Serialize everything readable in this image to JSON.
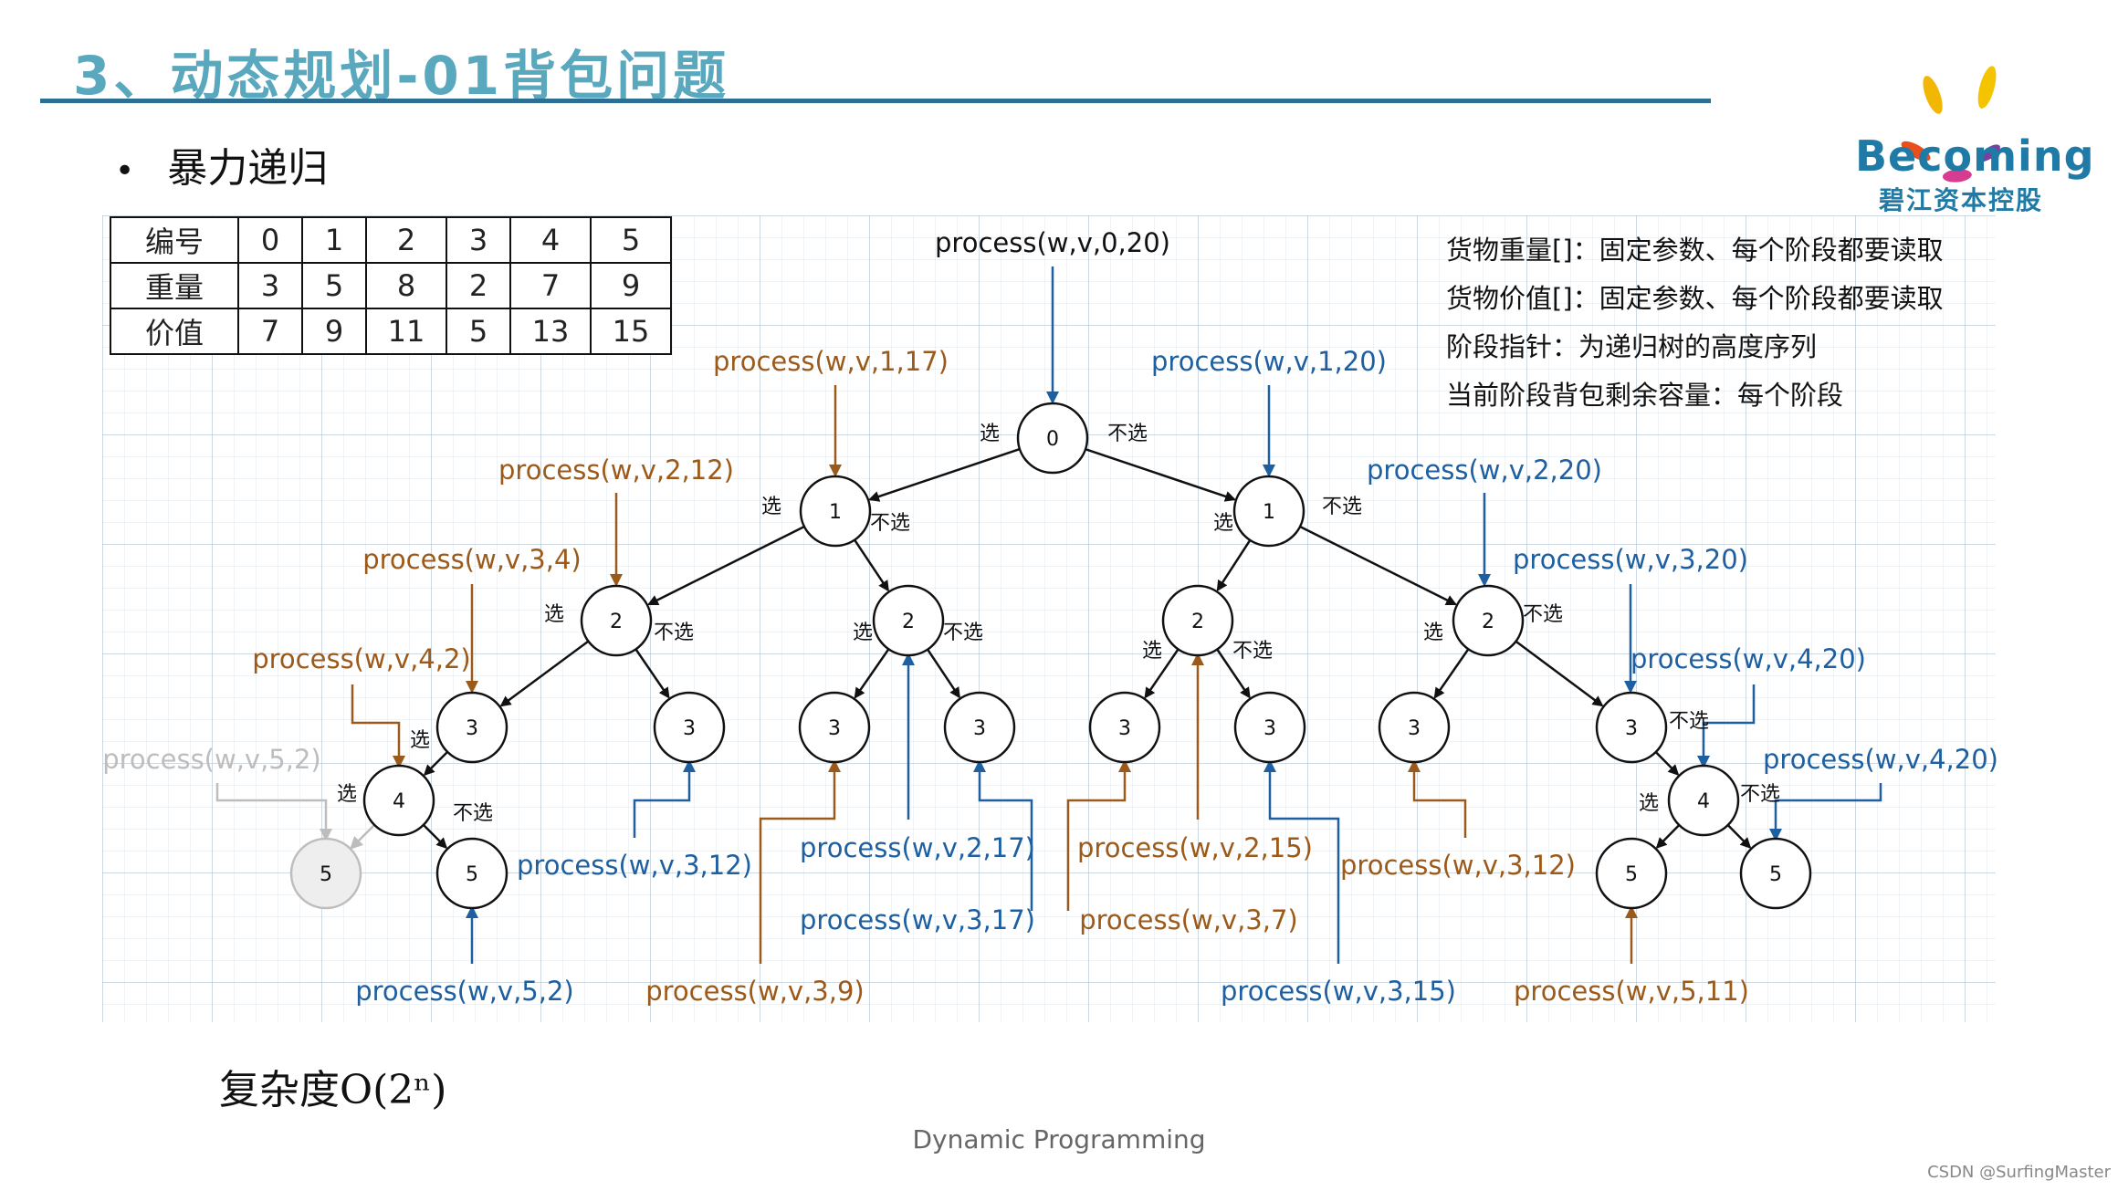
{
  "title": "3、动态规划-01背包问题",
  "bullet": "暴力递归",
  "table": {
    "rows": [
      {
        "header": "编号",
        "cells": [
          "0",
          "1",
          "2",
          "3",
          "4",
          "5"
        ]
      },
      {
        "header": "重量",
        "cells": [
          "3",
          "5",
          "8",
          "2",
          "7",
          "9"
        ]
      },
      {
        "header": "价值",
        "cells": [
          "7",
          "9",
          "11",
          "5",
          "13",
          "15"
        ]
      }
    ]
  },
  "notes": [
    "货物重量[]：固定参数、每个阶段都要读取",
    "货物价值[]：固定参数、每个阶段都要读取",
    "阶段指针：为递归树的高度序列",
    "当前阶段背包剩余容量：每个阶段"
  ],
  "logo": {
    "word": "Becoming",
    "sub": "碧江资本控股"
  },
  "colors": {
    "pick": "#9c5a1a",
    "skip": "#1d5fa0",
    "disabled": "#bdbdbd",
    "title": "#5aa8bd",
    "rule": "#2b6f93"
  },
  "tree": {
    "nodes": [
      {
        "label": "0"
      },
      {
        "label": "1"
      },
      {
        "label": "1"
      },
      {
        "label": "2"
      },
      {
        "label": "2"
      },
      {
        "label": "2"
      },
      {
        "label": "2"
      },
      {
        "label": "3"
      },
      {
        "label": "3"
      },
      {
        "label": "3"
      },
      {
        "label": "3"
      },
      {
        "label": "3"
      },
      {
        "label": "3"
      },
      {
        "label": "3"
      },
      {
        "label": "3"
      },
      {
        "label": "4"
      },
      {
        "label": "5"
      },
      {
        "label": "5"
      },
      {
        "label": "4"
      },
      {
        "label": "5"
      },
      {
        "label": "5"
      }
    ],
    "edge_labels": {
      "pick": "选",
      "skip": "不选"
    },
    "calls": [
      "process(w,v,0,20)",
      "process(w,v,1,17)",
      "process(w,v,1,20)",
      "process(w,v,2,12)",
      "process(w,v,2,20)",
      "process(w,v,3,4)",
      "process(w,v,3,20)",
      "process(w,v,4,2)",
      "process(w,v,4,20)",
      "process(w,v,5,2)",
      "process(w,v,4,20)",
      "process(w,v,3,12)",
      "process(w,v,2,17)",
      "process(w,v,2,15)",
      "process(w,v,3,12)",
      "process(w,v,3,17)",
      "process(w,v,3,7)",
      "process(w,v,5,2)",
      "process(w,v,3,9)",
      "process(w,v,3,15)",
      "process(w,v,5,11)"
    ]
  },
  "complexity": "复杂度O(2ⁿ)",
  "footer": "Dynamic Programming",
  "credit": "CSDN @SurfingMaster"
}
